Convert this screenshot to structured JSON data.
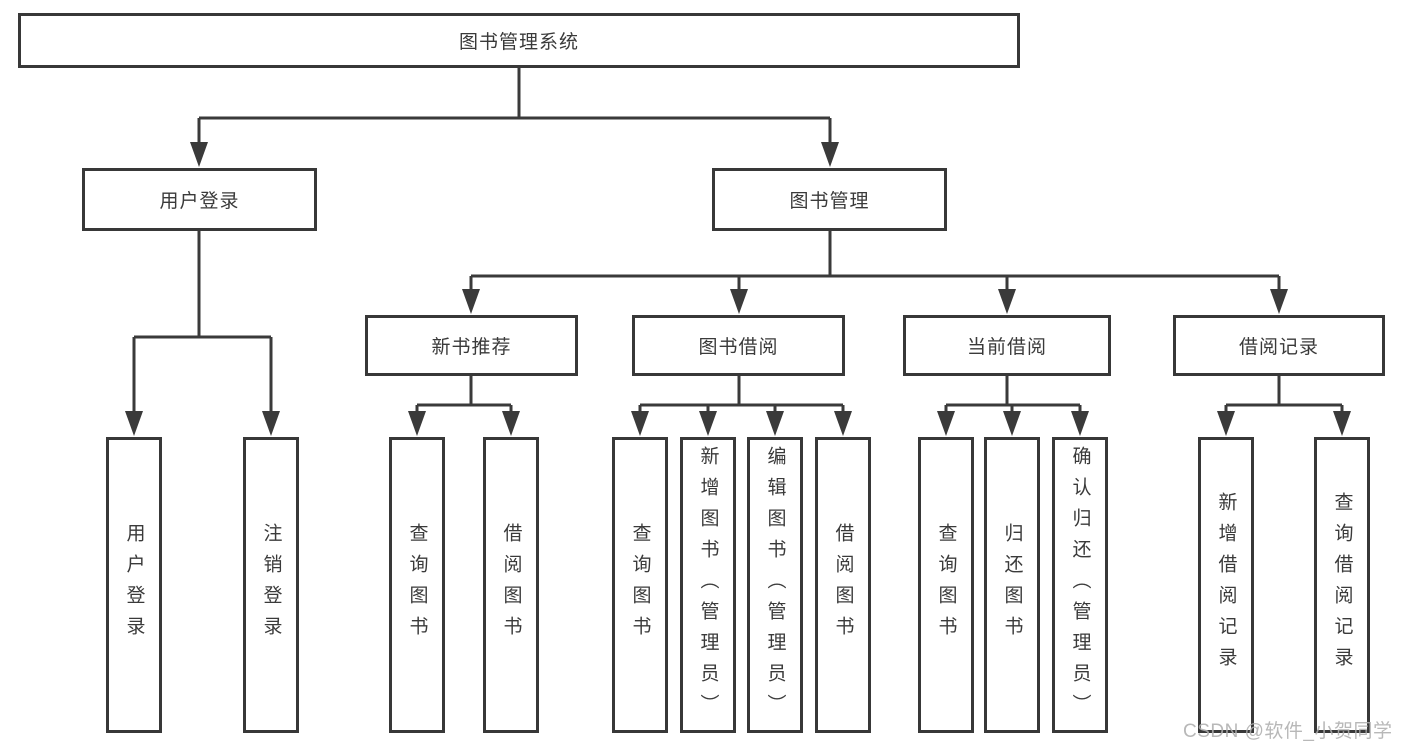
{
  "tree": {
    "root": {
      "label": "图书管理系统",
      "children": [
        {
          "label": "用户登录",
          "children": [
            {
              "label": "用户登录"
            },
            {
              "label": "注销登录"
            }
          ]
        },
        {
          "label": "图书管理",
          "children": [
            {
              "label": "新书推荐",
              "children": [
                {
                  "label": "查询图书"
                },
                {
                  "label": "借阅图书"
                }
              ]
            },
            {
              "label": "图书借阅",
              "children": [
                {
                  "label": "查询图书"
                },
                {
                  "label": "新增图书（管理员）"
                },
                {
                  "label": "编辑图书（管理员）"
                },
                {
                  "label": "借阅图书"
                }
              ]
            },
            {
              "label": "当前借阅",
              "children": [
                {
                  "label": "查询图书"
                },
                {
                  "label": "归还图书"
                },
                {
                  "label": "确认归还（管理员）"
                }
              ]
            },
            {
              "label": "借阅记录",
              "children": [
                {
                  "label": "新增借阅记录"
                },
                {
                  "label": "查询借阅记录"
                }
              ]
            }
          ]
        }
      ]
    }
  },
  "watermark": {
    "text": "CSDN @软件_小贺同学"
  },
  "colors": {
    "line": "#3a3a3a",
    "border": "#383838",
    "text": "#3a3a3a",
    "watermark": "#aeaeae"
  }
}
